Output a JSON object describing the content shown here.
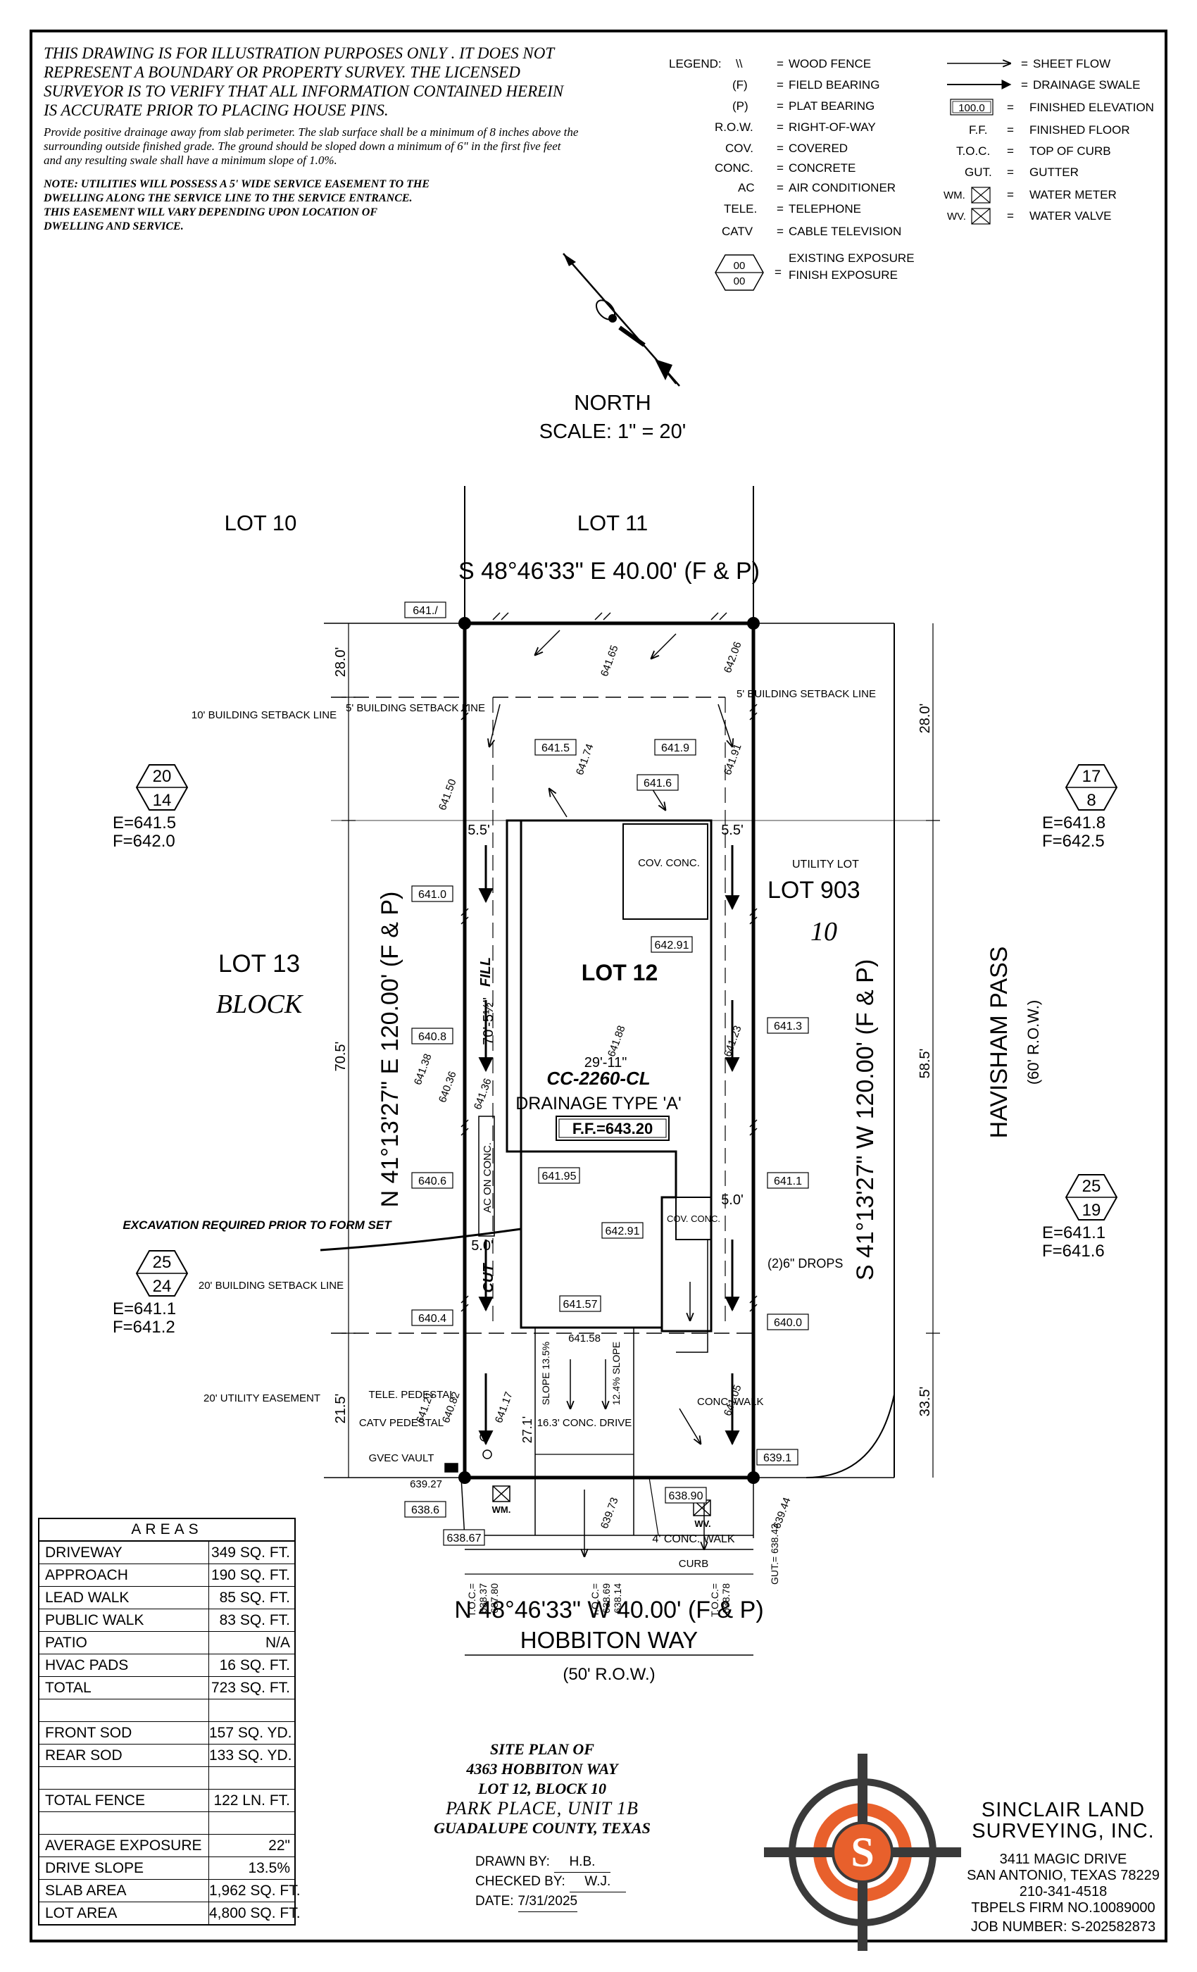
{
  "notes": {
    "disclaimer": "THIS DRAWING IS FOR ILLUSTRATION PURPOSES ONLY . IT DOES NOT REPRESENT A BOUNDARY OR PROPERTY SURVEY. THE LICENSED SURVEYOR IS TO VERIFY THAT ALL INFORMATION CONTAINED HEREIN IS ACCURATE PRIOR TO PLACING HOUSE PINS.",
    "drainage": "Provide positive drainage away from slab perimeter. The slab surface shall be a minimum of 8 inches above the surrounding outside finished grade. The ground should be sloped down a minimum of 6\" in the first five feet and any resulting swale shall have a minimum slope of 1.0%.",
    "utilities": "NOTE: UTILITIES WILL POSSESS A 5' WIDE SERVICE EASEMENT TO THE DWELLING ALONG THE SERVICE LINE TO THE SERVICE ENTRANCE. THIS EASEMENT WILL VARY DEPENDING UPON LOCATION OF DWELLING AND SERVICE."
  },
  "legend": {
    "title": "LEGEND:",
    "items_left": [
      {
        "sym": "\\\\",
        "text": "WOOD FENCE"
      },
      {
        "sym": "(F)",
        "text": "FIELD BEARING"
      },
      {
        "sym": "(P)",
        "text": "PLAT BEARING"
      },
      {
        "sym": "R.O.W.",
        "text": "RIGHT-OF-WAY"
      },
      {
        "sym": "COV.",
        "text": "COVERED"
      },
      {
        "sym": "CONC.",
        "text": "CONCRETE"
      },
      {
        "sym": "AC",
        "text": "AIR CONDITIONER"
      },
      {
        "sym": "TELE.",
        "text": "TELEPHONE"
      },
      {
        "sym": "CATV",
        "text": "CABLE TELEVISION"
      }
    ],
    "exposure_sym": "00",
    "exposure_text1": "EXISTING EXPOSURE",
    "exposure_text2": "FINISH EXPOSURE",
    "items_right": [
      {
        "sym": "",
        "text": "SHEET FLOW"
      },
      {
        "sym": "",
        "text": "DRAINAGE SWALE"
      },
      {
        "sym": "100.0",
        "text": "FINISHED ELEVATION"
      },
      {
        "sym": "F.F.",
        "text": "FINISHED FLOOR"
      },
      {
        "sym": "T.O.C.",
        "text": "TOP OF CURB"
      },
      {
        "sym": "GUT.",
        "text": "GUTTER"
      },
      {
        "sym": "WM.",
        "text": "WATER METER"
      },
      {
        "sym": "WV.",
        "text": "WATER VALVE"
      }
    ]
  },
  "north": {
    "label": "NORTH",
    "scale": "SCALE:  1\"  =  20'"
  },
  "labels": {
    "lot10": "LOT 10",
    "lot11": "LOT 11",
    "lot13": "LOT 13",
    "block": "BLOCK",
    "lot903": "LOT 903",
    "utility_lot": "UTILITY LOT",
    "block_no": "10",
    "lot12": "LOT 12",
    "plan_code": "CC-2260-CL",
    "drainage_type": "DRAINAGE TYPE 'A'",
    "ff": "F.F.=643.20",
    "street_side": "HAVISHAM PASS",
    "street_side_row": "(60' R.O.W.)",
    "street_front": "HOBBITON WAY",
    "street_front_row": "(50' R.O.W.)",
    "bearing_top": "S  48°46'33\"  E  40.00'  (F  &  P)",
    "bearing_bottom": "N  48°46'33\"  W  40.00'  (F  &  P)",
    "bearing_left": "N  41°13'27\"  E  120.00'  (F  &  P)",
    "bearing_right": "S  41°13'27\"  W  120.00'  (F  &  P)",
    "setback10": "10' BUILDING SETBACK LINE",
    "setback5_left": "5' BUILDING SETBACK LINE",
    "setback5_right": "5' BUILDING SETBACK LINE",
    "setback20": "20' BUILDING SETBACK LINE",
    "utility_easement": "20' UTILITY EASEMENT",
    "excavation": "EXCAVATION REQUIRED PRIOR TO FORM SET",
    "fill": "FILL",
    "cut": "CUT",
    "ac_on_conc": "AC ON CONC.",
    "cov_conc": "COV. CONC.",
    "drops": "(2)6\" DROPS",
    "conc_walk": "CONC. WALK",
    "tele": "TELE. PEDESTAL",
    "catv": "CATV PEDESTAL",
    "gvec": "GVEC VAULT",
    "wm": "WM.",
    "wv": "WV.",
    "walk4": "4' CONC. WALK",
    "curb": "CURB",
    "drive": "16.3' CONC. DRIVE",
    "slope1": "SLOPE 13.5%",
    "slope2": "12.4% SLOPE",
    "dim_29_11": "29'-11\"",
    "dim_70_5": "70'-5½\"",
    "dims": [
      "28.0'",
      "70.5'",
      "21.5'",
      "28.0'",
      "58.5'",
      "33.5'",
      "5.5'",
      "5.5'",
      "5.0'",
      "5.0'",
      "27.1'"
    ]
  },
  "elevations": {
    "boxed": [
      "641./",
      "641.5",
      "641.9",
      "641.6",
      "641.0",
      "642.91",
      "640.8",
      "641.3",
      "640.6",
      "641.95",
      "641.1",
      "642.91",
      "641.57",
      "640.4",
      "640.0",
      "639.1",
      "638.90",
      "638.6",
      "638.67"
    ],
    "plain": [
      "641.65",
      "642.06",
      "641.74",
      "641.91",
      "641.50",
      "641.88",
      "641.23",
      "641.38",
      "640.36",
      "641.36",
      "641.58",
      "641.21",
      "640.82",
      "641.17",
      "641.05",
      "639.27",
      "639.73",
      "639.44"
    ],
    "toc": [
      {
        "a": "T.O.C.=",
        "b": "638.37",
        "c": "637.80"
      },
      {
        "a": "T.O.C.=",
        "b": "638.69",
        "c": "638.14"
      },
      {
        "a": "T.O.C.=",
        "b": "638.78",
        "c": ""
      }
    ],
    "gut": "GUT.= 638.43"
  },
  "exposures": [
    {
      "top": "20",
      "bottom": "14",
      "e": "E=641.5",
      "f": "F=642.0"
    },
    {
      "top": "25",
      "bottom": "24",
      "e": "E=641.1",
      "f": "F=641.2"
    },
    {
      "top": "17",
      "bottom": "8",
      "e": "E=641.8",
      "f": "F=642.5"
    },
    {
      "top": "25",
      "bottom": "19",
      "e": "E=641.1",
      "f": "F=641.6"
    }
  ],
  "areas": {
    "title": "AREAS",
    "rows": [
      {
        "label": "DRIVEWAY",
        "value": "349 SQ. FT."
      },
      {
        "label": "APPROACH",
        "value": "190 SQ. FT."
      },
      {
        "label": "LEAD WALK",
        "value": "85 SQ. FT."
      },
      {
        "label": "PUBLIC WALK",
        "value": "83 SQ. FT."
      },
      {
        "label": "PATIO",
        "value": "N/A"
      },
      {
        "label": "HVAC PADS",
        "value": "16 SQ. FT."
      },
      {
        "label": "TOTAL",
        "value": "723 SQ. FT."
      },
      {
        "label": "",
        "value": ""
      },
      {
        "label": "FRONT SOD",
        "value": "157 SQ. YD."
      },
      {
        "label": "REAR SOD",
        "value": "133 SQ. YD."
      },
      {
        "label": "",
        "value": ""
      },
      {
        "label": "TOTAL FENCE",
        "value": "122 LN. FT."
      },
      {
        "label": "",
        "value": ""
      },
      {
        "label": "AVERAGE EXPOSURE",
        "value": "22\""
      },
      {
        "label": "DRIVE SLOPE",
        "value": "13.5%"
      },
      {
        "label": "SLAB AREA",
        "value": "1,962 SQ. FT."
      },
      {
        "label": "LOT AREA",
        "value": "4,800 SQ. FT."
      }
    ]
  },
  "title_block": {
    "line1": "SITE PLAN OF",
    "line2": "4363 HOBBITON WAY",
    "line3": "LOT 12, BLOCK 10",
    "line4": "PARK PLACE, UNIT 1B",
    "line5": "GUADALUPE COUNTY, TEXAS"
  },
  "drawn": {
    "drawn_label": "DRAWN BY:",
    "drawn_value": "H.B.",
    "checked_label": "CHECKED BY:",
    "checked_value": "W.J.",
    "date_label": "DATE:",
    "date_value": "7/31/2025"
  },
  "company": {
    "name1": "SINCLAIR LAND",
    "name2": "SURVEYING, INC.",
    "address": "3411 MAGIC DRIVE",
    "city": "SAN ANTONIO, TEXAS  78229",
    "phone": "210-341-4518",
    "firm": "TBPELS FIRM NO.10089000",
    "job": "JOB NUMBER:   S-202582873",
    "logo_letter": "S"
  },
  "colors": {
    "logo_orange": "#e8602c",
    "logo_dark": "#3a3a3a",
    "ink": "#000000"
  }
}
